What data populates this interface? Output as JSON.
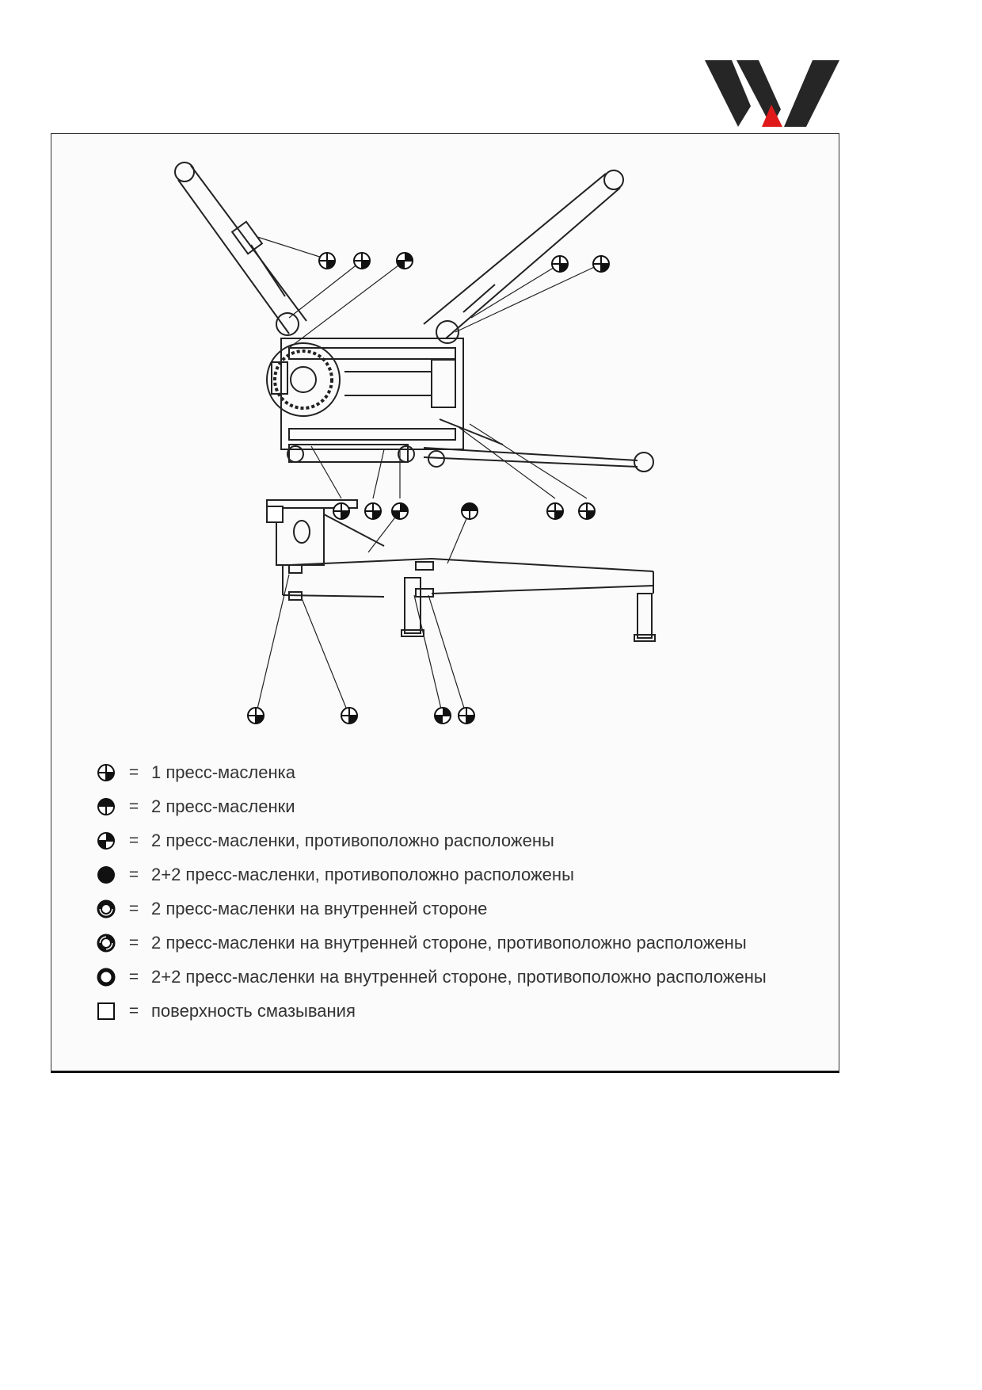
{
  "logo": {
    "name": "W logo",
    "colors": {
      "dark": "#262626",
      "accent": "#e01a1a"
    }
  },
  "legend": [
    {
      "symbol": "fitting-one-icon",
      "eq": "=",
      "text": "1 пресс-масленка"
    },
    {
      "symbol": "fitting-two-icon",
      "eq": "=",
      "text": "2 пресс-масленки"
    },
    {
      "symbol": "fitting-two-opposite-icon",
      "eq": "=",
      "text": "2 пресс-масленки, противоположно расположены"
    },
    {
      "symbol": "fitting-four-opposite-icon",
      "eq": "=",
      "text": "2+2 пресс-масленки, противоположно расположены"
    },
    {
      "symbol": "fitting-two-inner-icon",
      "eq": "=",
      "text": "2 пресс-масленки на внутренней стороне"
    },
    {
      "symbol": "fitting-two-inner-opposite-icon",
      "eq": "=",
      "text": "2 пресс-масленки на внутренней стороне, противоположно расположены"
    },
    {
      "symbol": "fitting-four-inner-opposite-icon",
      "eq": "=",
      "text": "2+2 пресс-масленки на внутренней стороне, противоположно расположены"
    },
    {
      "symbol": "lubrication-surface-icon",
      "eq": "=",
      "text": "поверхность смазывания"
    }
  ]
}
